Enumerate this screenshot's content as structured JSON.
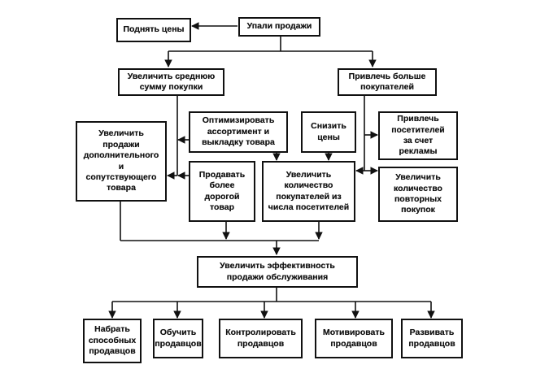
{
  "diagram": {
    "nodes": {
      "n_fall": "Упали продажи",
      "n_raise": "Поднять цены",
      "n_avg": "Увеличить среднюю\nсумму покупки",
      "n_more": "Привлечь больше\nпокупателей",
      "n_addl": "Увеличить\nпродажи\nдополнительного\nи\nсопутствующего\nтовара",
      "n_optim": "Оптимизировать\nассортимент и\nвыкладку товара",
      "n_lower": "Снизить\nцены",
      "n_ads": "Привлечь\nпосетителей\nза счет\nрекламы",
      "n_expensive": "Продавать\nболее\nдорогой\nтовар",
      "n_conv": "Увеличить\nколичество\nпокупателей из\nчисла посетителей",
      "n_repeat": "Увеличить\nколичество\nповторных\nпокупок",
      "n_eff": "Увеличить эффективность\nпродажи обслуживания",
      "n_hire": "Набрать\nспособных\nпродавцов",
      "n_train": "Обучить\nпродавцов",
      "n_control": "Контролировать\nпродавцов",
      "n_motivate": "Мотивировать\nпродавцов",
      "n_develop": "Развивать\nпродавцов"
    }
  }
}
